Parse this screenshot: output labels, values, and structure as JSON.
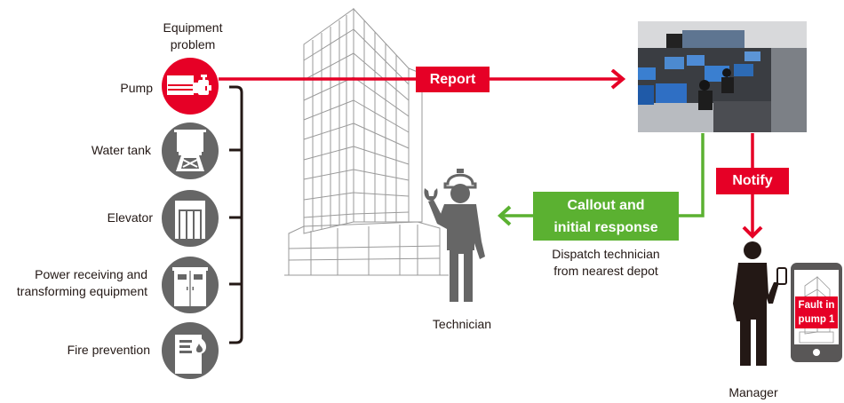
{
  "equipment": {
    "heading": "Equipment problem",
    "heading_line1": "Equipment",
    "heading_line2": "problem",
    "items": [
      {
        "label": "Pump",
        "icon": "pump-icon",
        "status": "fault"
      },
      {
        "label": "Water tank",
        "icon": "water-tank-icon",
        "status": "normal"
      },
      {
        "label": "Elevator",
        "icon": "elevator-icon",
        "status": "normal"
      },
      {
        "label_line1": "Power receiving and",
        "label_line2": "transforming equipment",
        "icon": "power-equipment-icon",
        "status": "normal"
      },
      {
        "label": "Fire prevention",
        "icon": "fire-prevention-icon",
        "status": "normal"
      }
    ]
  },
  "flows": {
    "report": "Report",
    "notify": "Notify",
    "callout_line1": "Callout and",
    "callout_line2": "initial response",
    "dispatch_line1": "Dispatch technician",
    "dispatch_line2": "from nearest depot"
  },
  "actors": {
    "technician": "Technician",
    "manager": "Manager"
  },
  "tablet": {
    "alert_line1": "Fault in",
    "alert_line2": "pump 1"
  },
  "colors": {
    "alert_red": "#e60026",
    "response_green": "#5bb131",
    "icon_gray": "#666666",
    "person_black": "#231815"
  }
}
